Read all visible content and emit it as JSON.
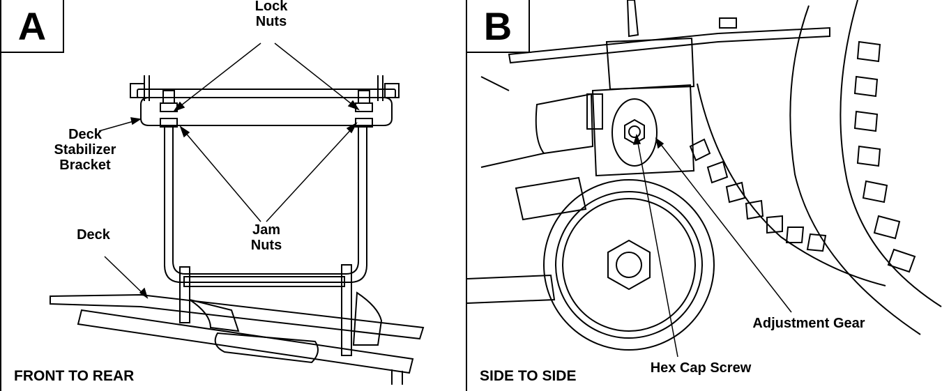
{
  "panel_a": {
    "letter": "A",
    "caption": "FRONT TO REAR",
    "labels": {
      "lock_nuts_line1": "Lock",
      "lock_nuts_line2": "Nuts",
      "deck_stabilizer_line1": "Deck",
      "deck_stabilizer_line2": "Stabilizer",
      "deck_stabilizer_line3": "Bracket",
      "deck": "Deck",
      "jam_nuts_line1": "Jam",
      "jam_nuts_line2": "Nuts"
    }
  },
  "panel_b": {
    "letter": "B",
    "caption": "SIDE TO SIDE",
    "labels": {
      "adjustment_gear": "Adjustment Gear",
      "hex_cap_screw": "Hex Cap Screw"
    }
  }
}
